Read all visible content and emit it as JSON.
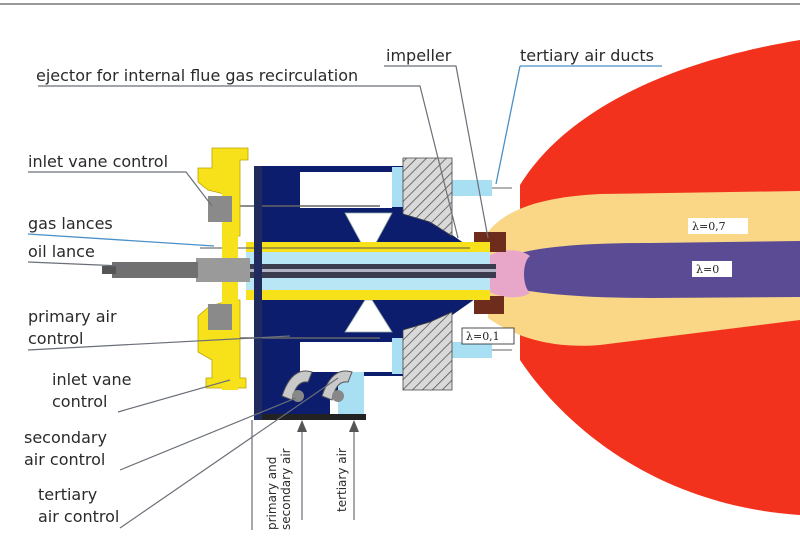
{
  "labels": {
    "ejector": "ejector for internal flue gas recirculation",
    "impeller": "impeller",
    "tertiary_air_ducts": "tertiary air ducts",
    "inlet_vane_control_top": "inlet vane control",
    "gas_lances": "gas lances",
    "oil_lance": "oil lance",
    "primary_air_control_1": "primary air",
    "primary_air_control_2": "control",
    "inlet_vane_control_bottom_1": "inlet vane",
    "inlet_vane_control_bottom_2": "control",
    "secondary_air_control_1": "secondary",
    "secondary_air_control_2": "air control",
    "tertiary_air_control_1": "tertiary",
    "tertiary_air_control_2": "air control",
    "primary_secondary_air_1": "primary and",
    "primary_secondary_air_2": "secondary air",
    "tertiary_air": "tertiary air"
  },
  "lambda_labels": {
    "outer": "λ=0,7",
    "core": "λ=0",
    "near": "λ=0,1"
  },
  "colors": {
    "flame_red": "#f2321c",
    "flame_yellow": "#fad787",
    "flame_core": "#5a4b94",
    "burner_blue": "#0d1d6d",
    "air_duct": "#a9dff2",
    "yellow_parts": "#f6e11a",
    "refractory": "#d8d8d8"
  }
}
